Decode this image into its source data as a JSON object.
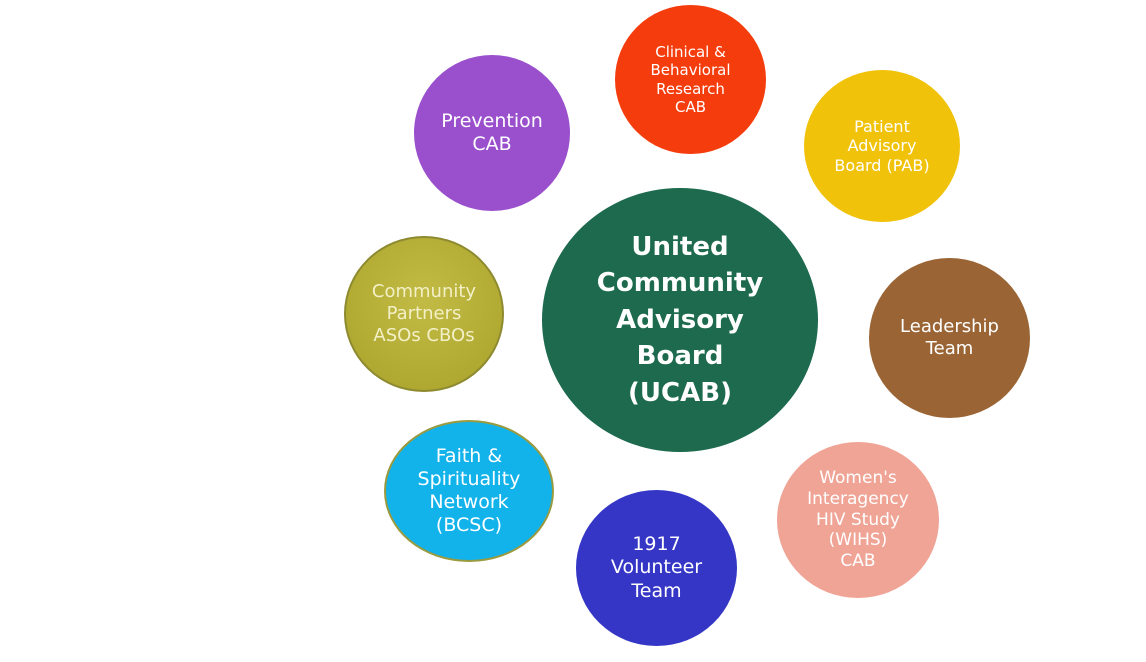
{
  "diagram": {
    "center": {
      "label": "United\nCommunity\nAdvisory\nBoard\n(UCAB)",
      "color": "#1d6a4e"
    },
    "nodes": [
      {
        "id": "prevention",
        "label": "Prevention\nCAB",
        "color": "#9a50cc"
      },
      {
        "id": "clinical",
        "label": "Clinical &\nBehavioral\nResearch\nCAB",
        "color": "#f43c0c"
      },
      {
        "id": "patient",
        "label": "Patient\nAdvisory\nBoard (PAB)",
        "color": "#f1c20a"
      },
      {
        "id": "leadership",
        "label": "Leadership\nTeam",
        "color": "#9a6434"
      },
      {
        "id": "wihs",
        "label": "Women's\nInteragency\nHIV Study\n(WIHS)\nCAB",
        "color": "#f0a496"
      },
      {
        "id": "volunteer",
        "label": "1917\nVolunteer\nTeam",
        "color": "#3536c6"
      },
      {
        "id": "faith",
        "label": "Faith &\nSpirituality\nNetwork\n(BCSC)",
        "color": "#12b2ea"
      },
      {
        "id": "community",
        "label": "Community\nPartners\nASOs  CBOs",
        "color": "#b5ae38"
      }
    ]
  }
}
